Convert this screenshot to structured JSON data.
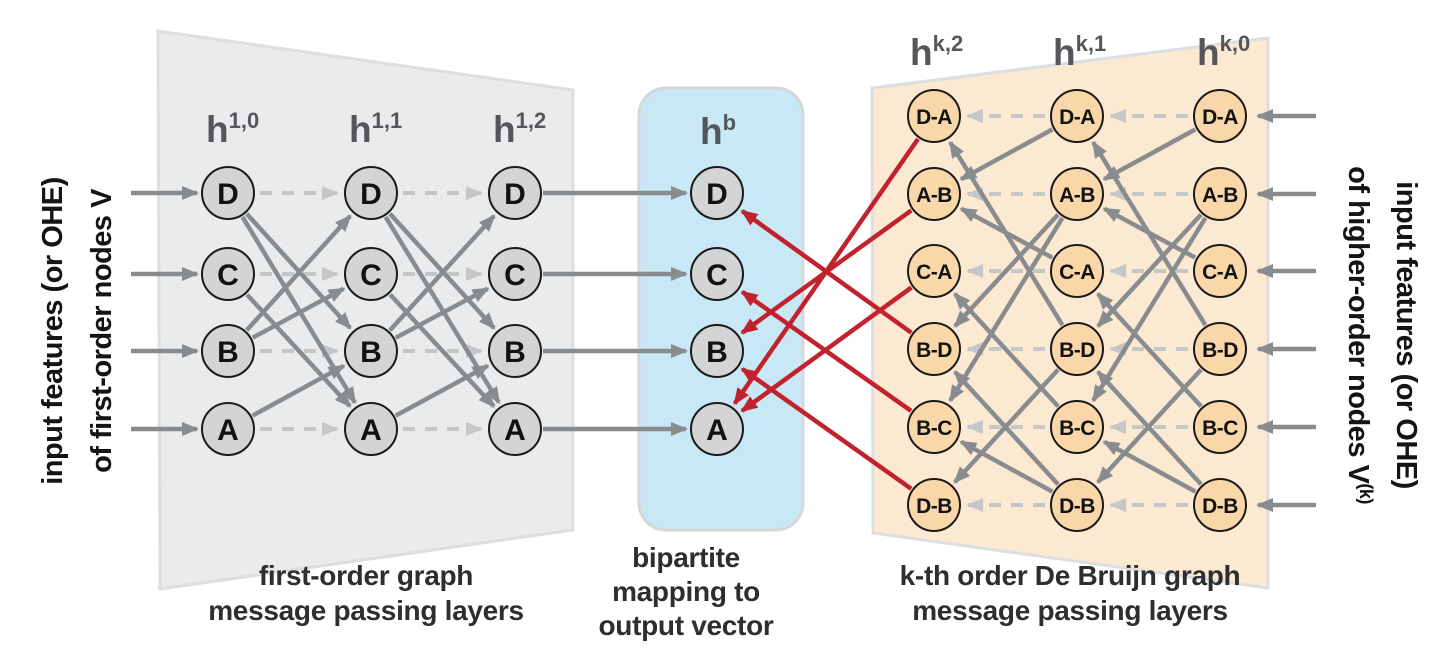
{
  "diagram": {
    "left_panel": {
      "caption": [
        "first-order graph",
        "message passing layers"
      ],
      "layer_labels": [
        {
          "base": "h",
          "sup": "1,0"
        },
        {
          "base": "h",
          "sup": "1,1"
        },
        {
          "base": "h",
          "sup": "1,2"
        }
      ],
      "node_labels": [
        "D",
        "C",
        "B",
        "A"
      ],
      "edges": [
        [
          "D",
          "A"
        ],
        [
          "D",
          "B"
        ],
        [
          "C",
          "A"
        ],
        [
          "B",
          "D"
        ],
        [
          "B",
          "C"
        ],
        [
          "A",
          "B"
        ]
      ],
      "self_connection_style": "dashed",
      "colors": {
        "panel": "#eaebec",
        "node_fill": "#d2d4d6"
      }
    },
    "bipartite": {
      "caption": [
        "bipartite",
        "mapping to",
        "output vector"
      ],
      "label": {
        "base": "h",
        "sup": "b"
      },
      "node_labels": [
        "D",
        "C",
        "B",
        "A"
      ],
      "colors": {
        "panel": "#c9e8f5",
        "node_fill": "#d2d4d6"
      }
    },
    "right_panel": {
      "caption": [
        "k-th order De Bruijn graph",
        "message passing layers"
      ],
      "layer_labels": [
        {
          "base": "h",
          "sup": "k,2"
        },
        {
          "base": "h",
          "sup": "k,1"
        },
        {
          "base": "h",
          "sup": "k,0"
        }
      ],
      "node_labels": [
        "D-A",
        "A-B",
        "C-A",
        "B-D",
        "B-C",
        "D-B"
      ],
      "edges": [
        [
          "B-D",
          "D-A"
        ],
        [
          "D-A",
          "A-B"
        ],
        [
          "C-A",
          "A-B"
        ],
        [
          "B-C",
          "C-A"
        ],
        [
          "A-B",
          "B-D"
        ],
        [
          "D-B",
          "B-D"
        ],
        [
          "A-B",
          "B-C"
        ],
        [
          "D-B",
          "B-C"
        ],
        [
          "B-D",
          "D-B"
        ]
      ],
      "message_direction": "right-to-left",
      "colors": {
        "panel": "#fce9d2",
        "node_fill": "#f9d7a8"
      }
    },
    "bipartite_mapping_edges": [
      [
        "D-A",
        "A"
      ],
      [
        "A-B",
        "B"
      ],
      [
        "C-A",
        "A"
      ],
      [
        "B-D",
        "D"
      ],
      [
        "B-C",
        "C"
      ],
      [
        "D-B",
        "B"
      ]
    ],
    "side_labels": {
      "left": [
        "input features (or OHE)",
        "of first-order nodes V"
      ],
      "right": {
        "line1": "input features (or OHE)",
        "line2_main": "of higher-order nodes V",
        "line2_sup": "(k)"
      }
    },
    "colors": {
      "arrow_gray": "#898c8f",
      "arrow_dashed": "#c4c6c8",
      "arrow_red": "#c2222d",
      "layer_label_gray": "#54565a",
      "caption_dark": "#2d2e30"
    }
  }
}
